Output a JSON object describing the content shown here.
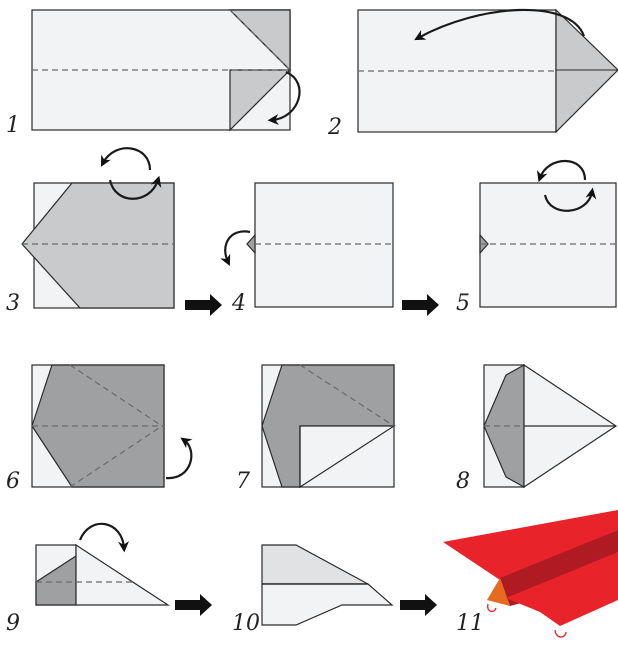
{
  "step_numbers": [
    "1",
    "2",
    "3",
    "4",
    "5",
    "6",
    "7",
    "8",
    "9",
    "10",
    "11"
  ],
  "colors": {
    "paper": "#f2f3f4",
    "fold_light": "#c9cacc",
    "fold_dark": "#9ea0a2",
    "plane_red": "#e8232a",
    "plane_shadow": "#b01a22",
    "plane_orange": "#e66a1f"
  },
  "icons": [
    "rotate-arrow-icon",
    "fold-arrow-icon",
    "flow-arrow-icon",
    "paper-plane"
  ]
}
